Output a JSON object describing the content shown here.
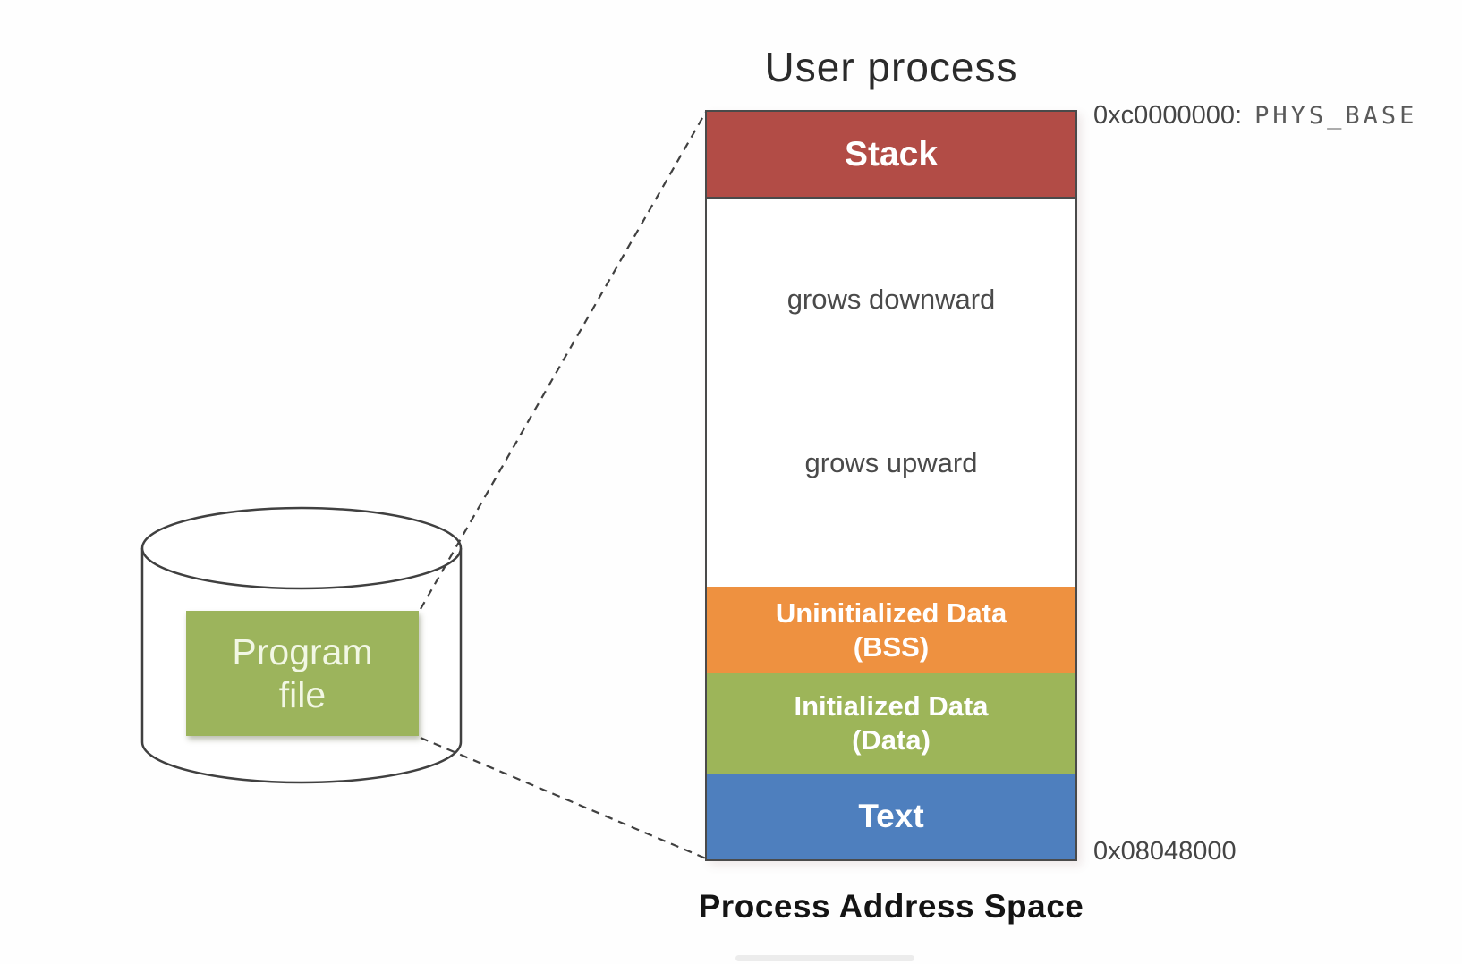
{
  "canvas": {
    "background": "#fefefe"
  },
  "diagram": {
    "title": "User process",
    "caption": "Process Address Space",
    "address_top": {
      "hex": "0xc0000000:",
      "symbol": "PHYS_BASE"
    },
    "address_bottom": "0x08048000",
    "grow_notes": {
      "down": "grows downward",
      "up": "grows upward"
    },
    "segments": {
      "stack": {
        "label": "Stack",
        "color": "#b24c46"
      },
      "bss": {
        "line1": "Uninitialized Data",
        "line2": "(BSS)",
        "color": "#ee9140"
      },
      "data": {
        "line1": "Initialized Data",
        "line2": "(Data)",
        "color": "#9db559"
      },
      "text": {
        "label": "Text",
        "color": "#4e7fbe"
      }
    },
    "disk": {
      "label_line1": "Program",
      "label_line2": "file",
      "box_color": "#9cb45c"
    }
  }
}
